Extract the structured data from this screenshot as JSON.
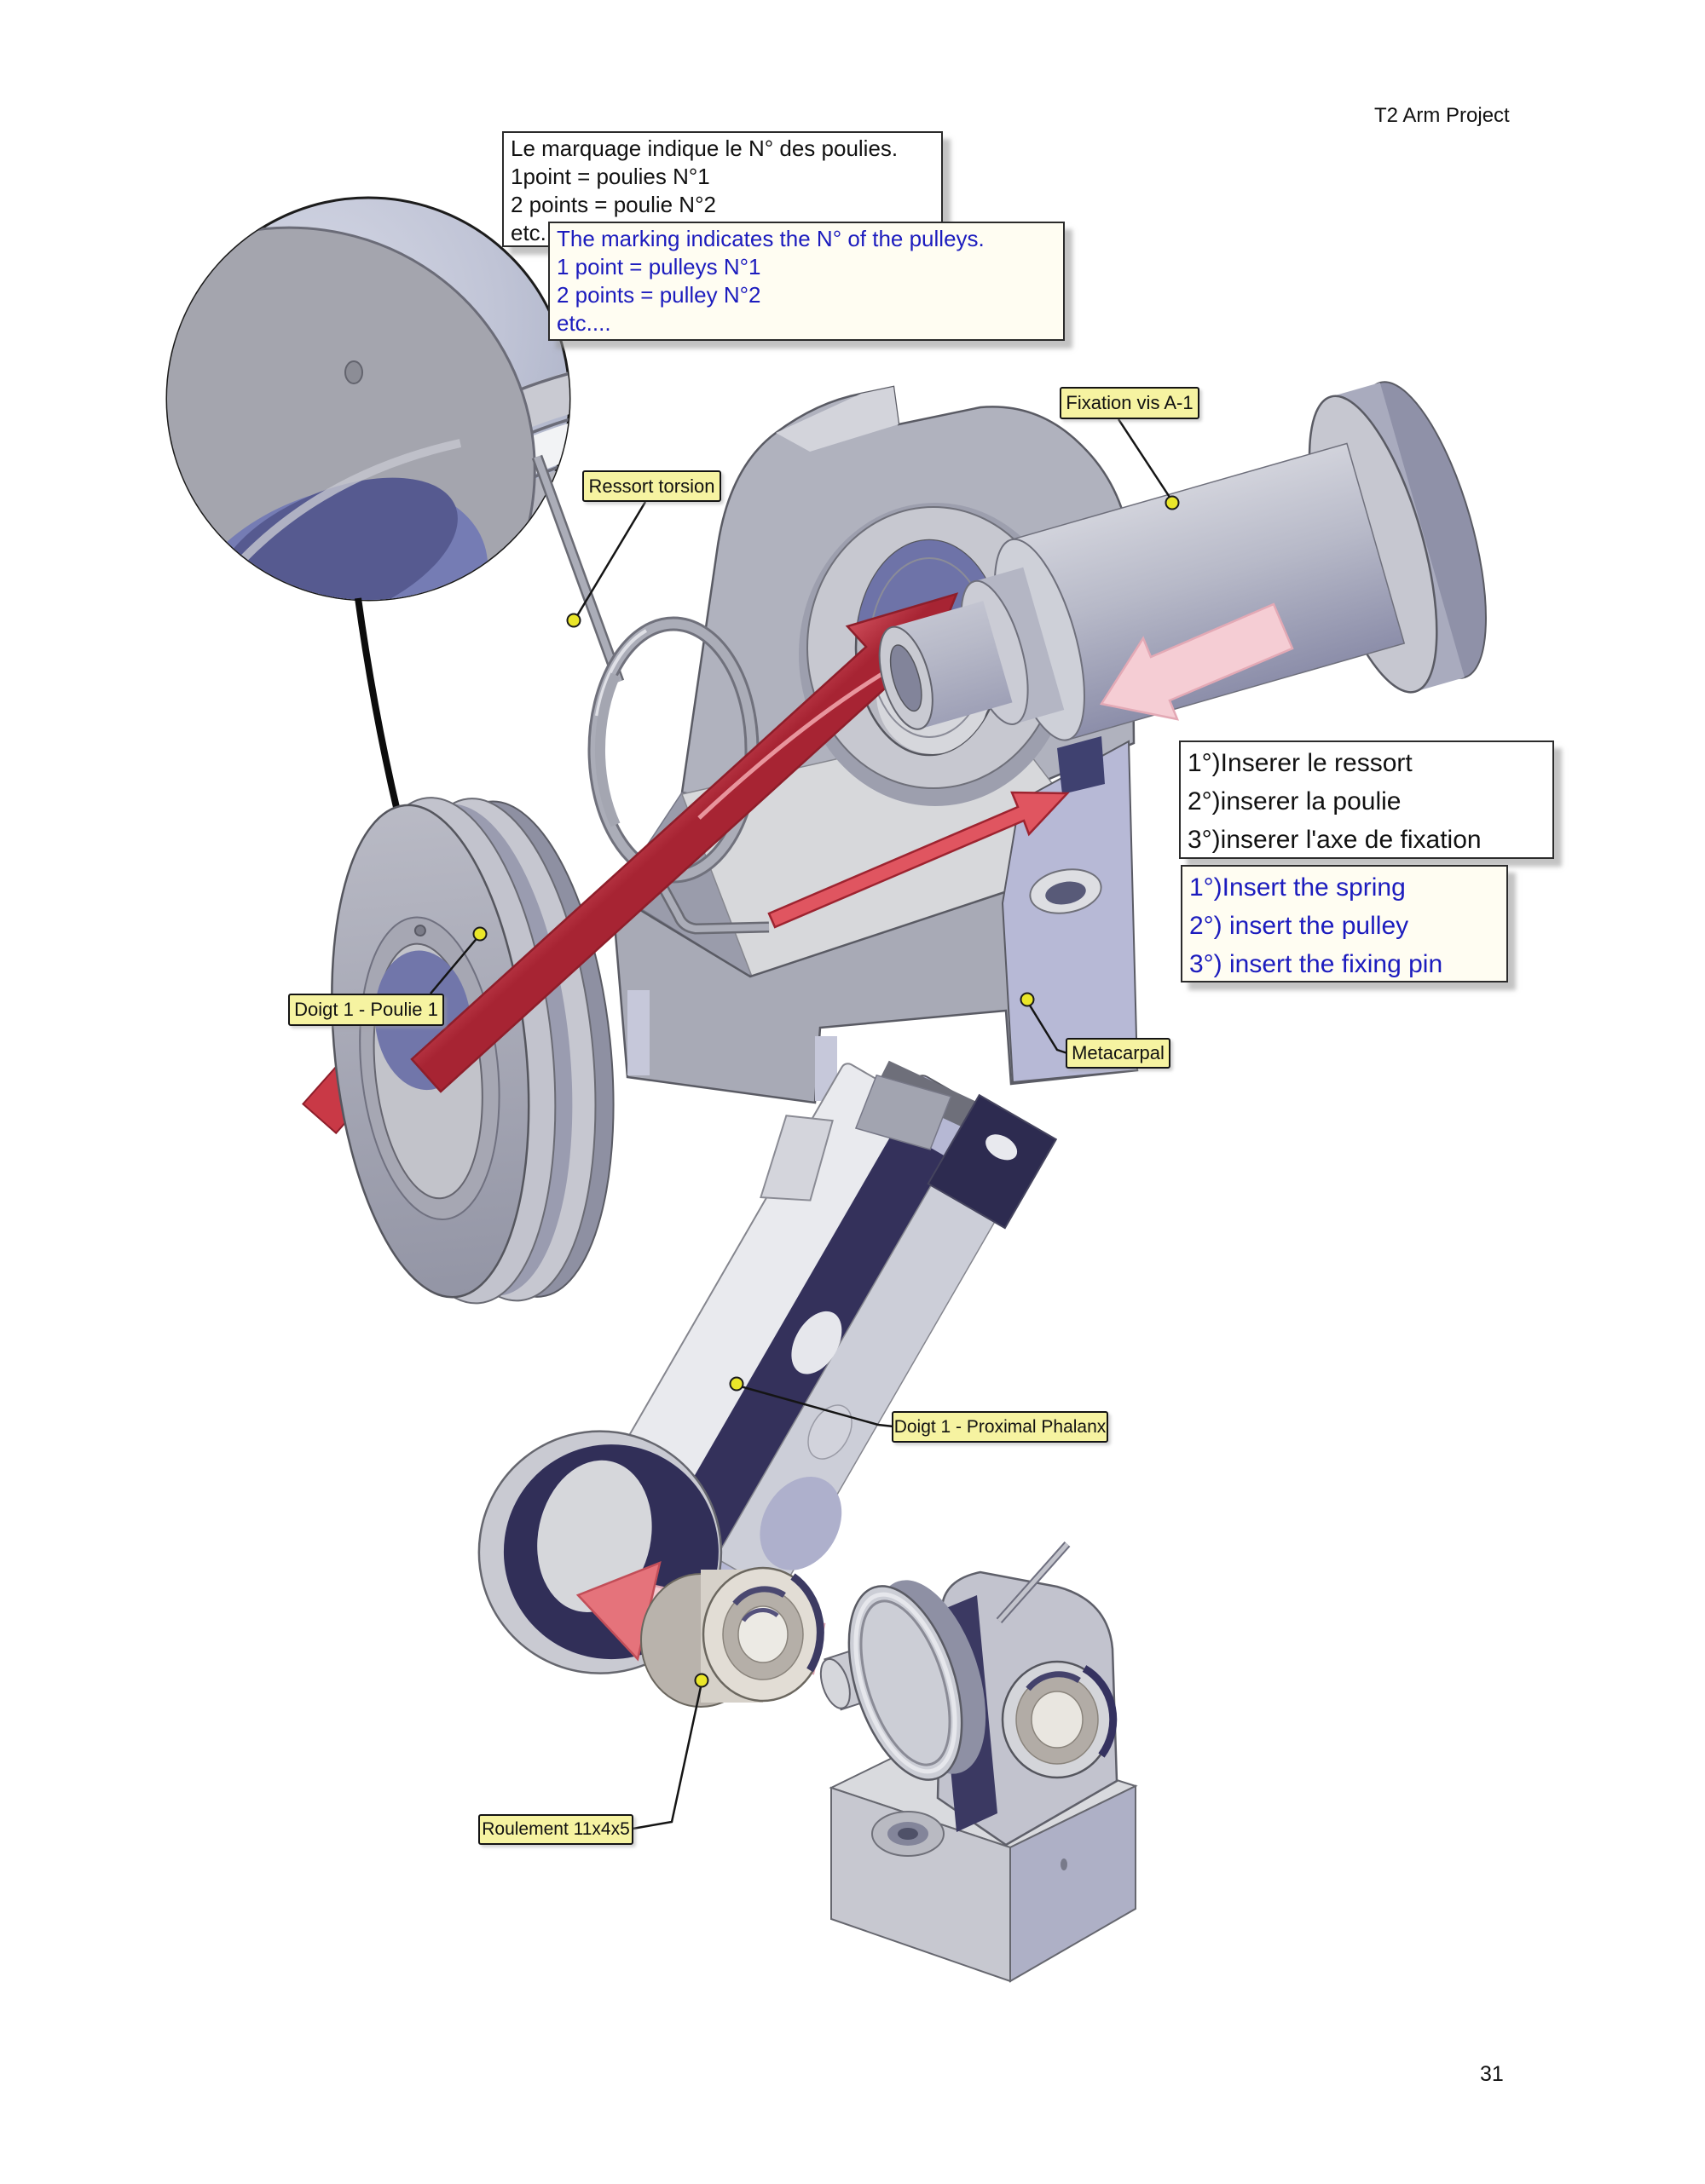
{
  "page": {
    "header": "T2 Arm Project",
    "page_number": "31"
  },
  "note_fr": {
    "lines": [
      "Le marquage indique le N° des poulies.",
      "1point = poulies N°1",
      "2 points = poulie N°2",
      "etc...."
    ]
  },
  "note_en": {
    "lines": [
      "The marking indicates the N° of the pulleys.",
      "1 point = pulleys N°1",
      "2 points = pulley N°2",
      "etc...."
    ]
  },
  "steps_fr": {
    "lines": [
      "1°)Inserer le ressort",
      "2°)inserer la poulie",
      "3°)inserer l'axe de fixation"
    ]
  },
  "steps_en": {
    "lines": [
      "1°)Insert the spring",
      "2°) insert the pulley",
      "3°) insert the fixing pin"
    ]
  },
  "callouts": {
    "fixation_vis": "Fixation vis A-1",
    "ressort_torsion": "Ressort torsion",
    "doigt1_poulie1": "Doigt 1 - Poulie 1",
    "metacarpal": "Metacarpal",
    "doigt1_proximal_phalanx": "Doigt 1 - Proximal Phalanx",
    "roulement": "Roulement 11x4x5"
  },
  "colors": {
    "callout_bg": "#f6f3a1",
    "callout_border": "#141414",
    "note_text": "#111111",
    "note_en_text": "#1c1cbe",
    "arrow_red": "#cf3a46",
    "arrow_pink": "#f3cbd1",
    "leader_dot": "#eae629",
    "part_gray": "#b3b5c0",
    "part_navy": "#34315b",
    "part_lavender": "#b6b8d4"
  }
}
